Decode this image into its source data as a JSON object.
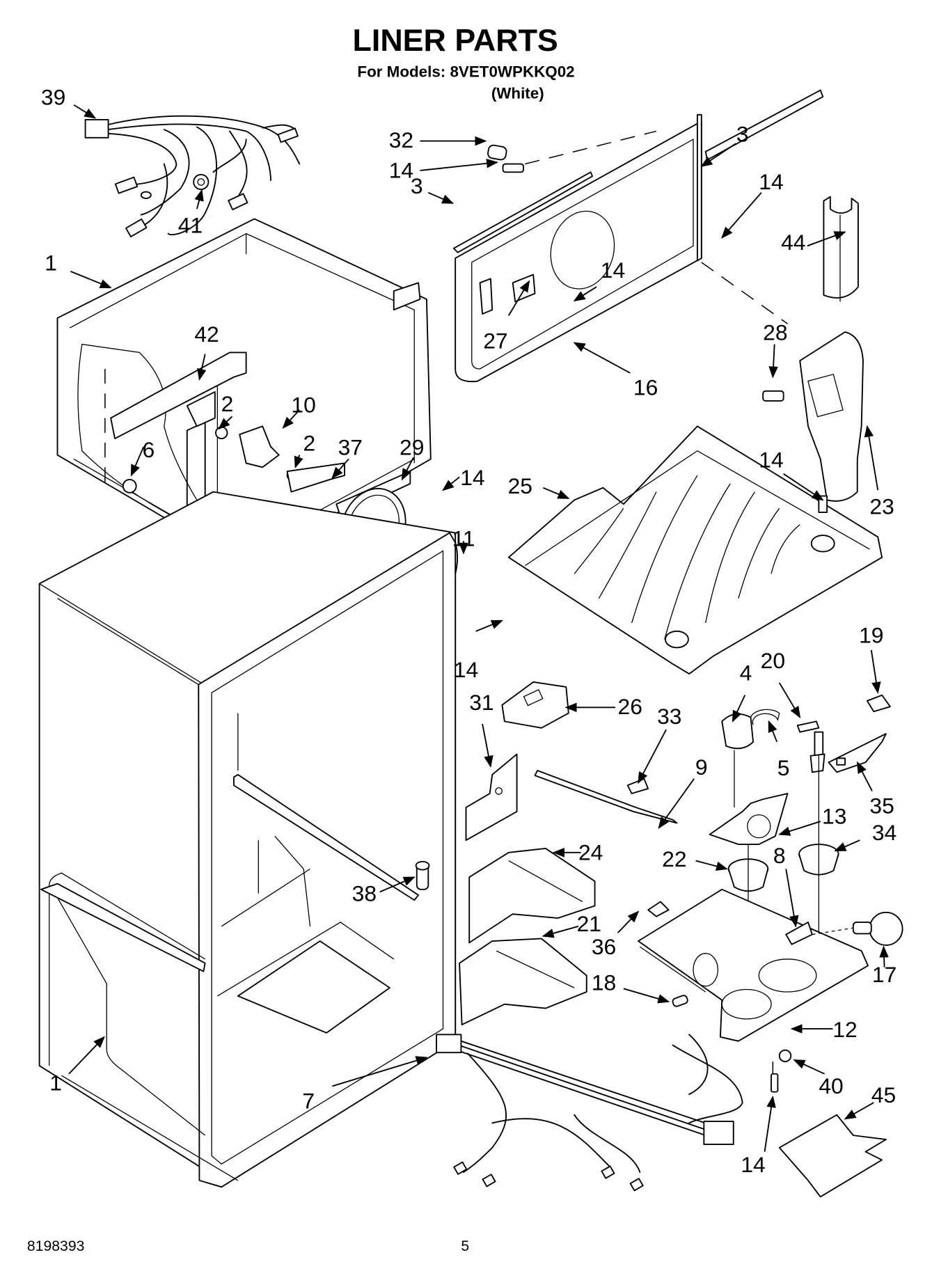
{
  "header": {
    "title": "LINER PARTS",
    "models_line": "For Models: 8VET0WPKKQ02",
    "color_variant": "(White)"
  },
  "footer": {
    "document_number": "8198393",
    "page_number": "5"
  },
  "callouts": [
    {
      "id": "c39",
      "label": "39",
      "part": "wire-harness-upper"
    },
    {
      "id": "c41",
      "label": "41",
      "part": "harness-grommet"
    },
    {
      "id": "c32",
      "label": "32",
      "part": "spacer"
    },
    {
      "id": "c14a",
      "label": "14",
      "part": "screw"
    },
    {
      "id": "c3a",
      "label": "3",
      "part": "trim-strip-left"
    },
    {
      "id": "c3b",
      "label": "3",
      "part": "trim-strip-right"
    },
    {
      "id": "c14b",
      "label": "14",
      "part": "screw"
    },
    {
      "id": "c44",
      "label": "44",
      "part": "cover"
    },
    {
      "id": "c14c",
      "label": "14",
      "part": "screw"
    },
    {
      "id": "c27",
      "label": "27",
      "part": "bracket"
    },
    {
      "id": "c16",
      "label": "16",
      "part": "rear-panel"
    },
    {
      "id": "c1a",
      "label": "1",
      "part": "freezer-liner"
    },
    {
      "id": "c42",
      "label": "42",
      "part": "mounting-bracket"
    },
    {
      "id": "c2a",
      "label": "2",
      "part": "knob"
    },
    {
      "id": "c10",
      "label": "10",
      "part": "control"
    },
    {
      "id": "c2b",
      "label": "2",
      "part": "nut"
    },
    {
      "id": "c37",
      "label": "37",
      "part": "bracket"
    },
    {
      "id": "c29",
      "label": "29",
      "part": "fan-bracket"
    },
    {
      "id": "c6",
      "label": "6",
      "part": "knob"
    },
    {
      "id": "c14d",
      "label": "14",
      "part": "screw"
    },
    {
      "id": "c11",
      "label": "11",
      "part": "fan-blade"
    },
    {
      "id": "c28",
      "label": "28",
      "part": "screw"
    },
    {
      "id": "c23",
      "label": "23",
      "part": "air-duct"
    },
    {
      "id": "c14e",
      "label": "14",
      "part": "screw"
    },
    {
      "id": "c25",
      "label": "25",
      "part": "freezer-floor"
    },
    {
      "id": "c14f",
      "label": "14",
      "part": "screw"
    },
    {
      "id": "c19",
      "label": "19",
      "part": "clip"
    },
    {
      "id": "c20",
      "label": "20",
      "part": "damper-arm"
    },
    {
      "id": "c4",
      "label": "4",
      "part": "damper-control"
    },
    {
      "id": "c31",
      "label": "31",
      "part": "baffle"
    },
    {
      "id": "c26",
      "label": "26",
      "part": "light-housing"
    },
    {
      "id": "c33",
      "label": "33",
      "part": "clip"
    },
    {
      "id": "c9",
      "label": "9",
      "part": "link"
    },
    {
      "id": "c5",
      "label": "5",
      "part": "tube"
    },
    {
      "id": "c35",
      "label": "35",
      "part": "bracket"
    },
    {
      "id": "c13",
      "label": "13",
      "part": "thermostat"
    },
    {
      "id": "c34",
      "label": "34",
      "part": "knob"
    },
    {
      "id": "c22",
      "label": "22",
      "part": "knob"
    },
    {
      "id": "c8",
      "label": "8",
      "part": "light-socket"
    },
    {
      "id": "c24",
      "label": "24",
      "part": "shield"
    },
    {
      "id": "c38",
      "label": "38",
      "part": "plug"
    },
    {
      "id": "c21",
      "label": "21",
      "part": "duct"
    },
    {
      "id": "c36",
      "label": "36",
      "part": "label"
    },
    {
      "id": "c17",
      "label": "17",
      "part": "light-bulb"
    },
    {
      "id": "c18",
      "label": "18",
      "part": "plug"
    },
    {
      "id": "c12",
      "label": "12",
      "part": "control-housing"
    },
    {
      "id": "c1b",
      "label": "1",
      "part": "fresh-food-liner"
    },
    {
      "id": "c7",
      "label": "7",
      "part": "wire-harness-lower"
    },
    {
      "id": "c40",
      "label": "40",
      "part": "nut"
    },
    {
      "id": "c45",
      "label": "45",
      "part": "cover-plate"
    },
    {
      "id": "c14g",
      "label": "14",
      "part": "screw"
    }
  ]
}
